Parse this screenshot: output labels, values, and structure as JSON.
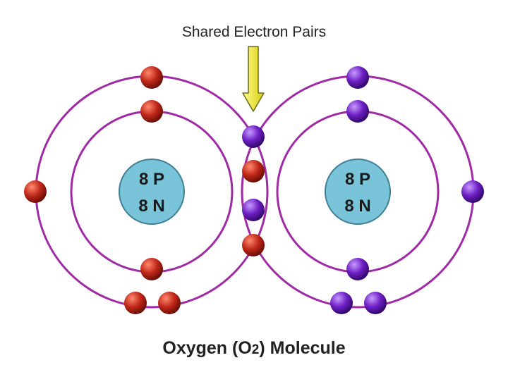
{
  "annotation": {
    "label": "Shared Electron Pairs"
  },
  "caption": {
    "prefix": "Oxygen (O",
    "subscript": "2",
    "suffix": ") Molecule"
  },
  "atoms": [
    {
      "nucleus_line1": "8 P",
      "nucleus_line2": "8 N",
      "electron_color": "#c0281a",
      "electron_highlight": "#ff8a6e"
    },
    {
      "nucleus_line1": "8 P",
      "nucleus_line2": "8 N",
      "electron_color": "#6e1fc4",
      "electron_highlight": "#c79bff"
    }
  ],
  "colors": {
    "orbit": "#a02aa6",
    "nucleus": "#79c4d8",
    "nucleus_stroke": "#3f7f95",
    "arrow_fill": "#f3ee2a",
    "arrow_stroke": "#6a6a1a"
  }
}
